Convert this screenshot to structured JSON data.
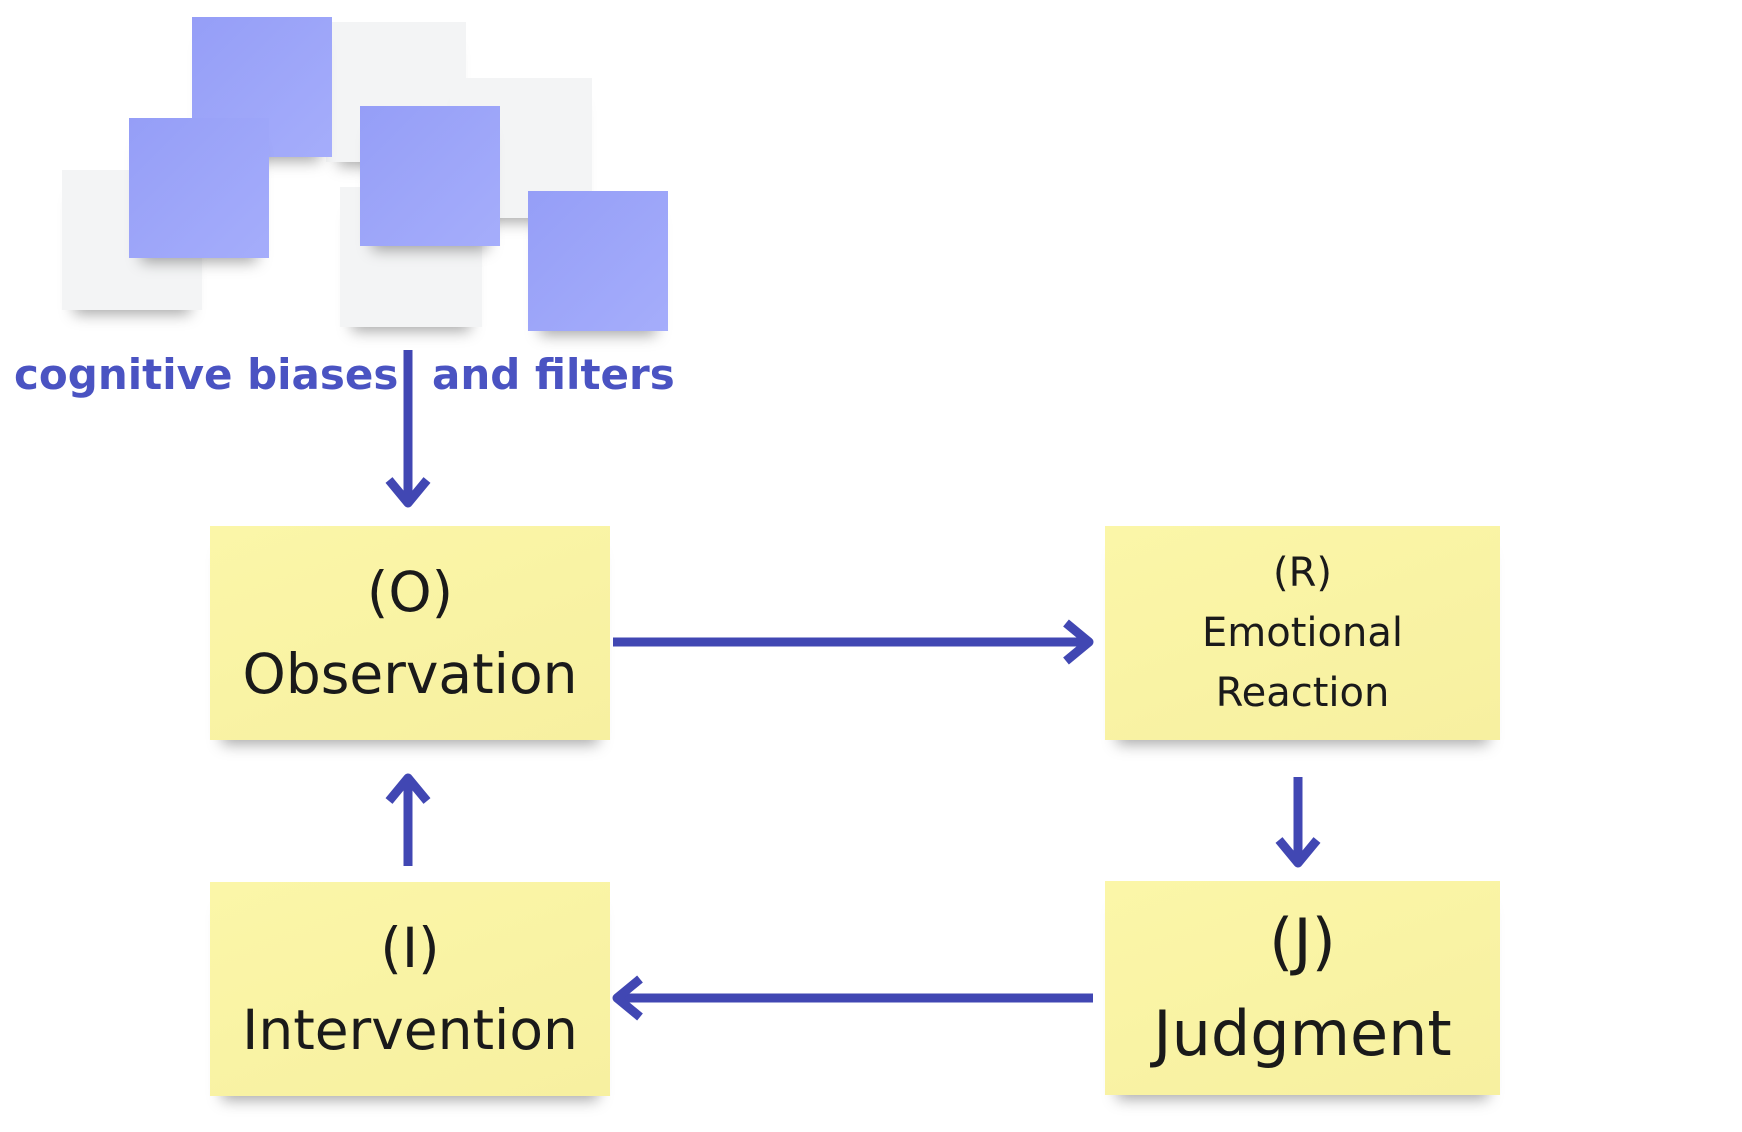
{
  "top_labels": {
    "left": "cognitive biases",
    "right": "and filters"
  },
  "cards": {
    "observation": {
      "code": "(O)",
      "title": "Observation"
    },
    "reaction": {
      "code": "(R)",
      "line1": "Emotional",
      "line2": "Reaction"
    },
    "judgment": {
      "code": "(J)",
      "title": "Judgment"
    },
    "intervention": {
      "code": "(I)",
      "title": "Intervention"
    }
  },
  "colors": {
    "arrow": "#4147b3",
    "label": "#4a53c2",
    "yellow_note": "#f9f3a4",
    "purple_note": "#9ca4f9",
    "gray_note": "#f3f4f5"
  }
}
